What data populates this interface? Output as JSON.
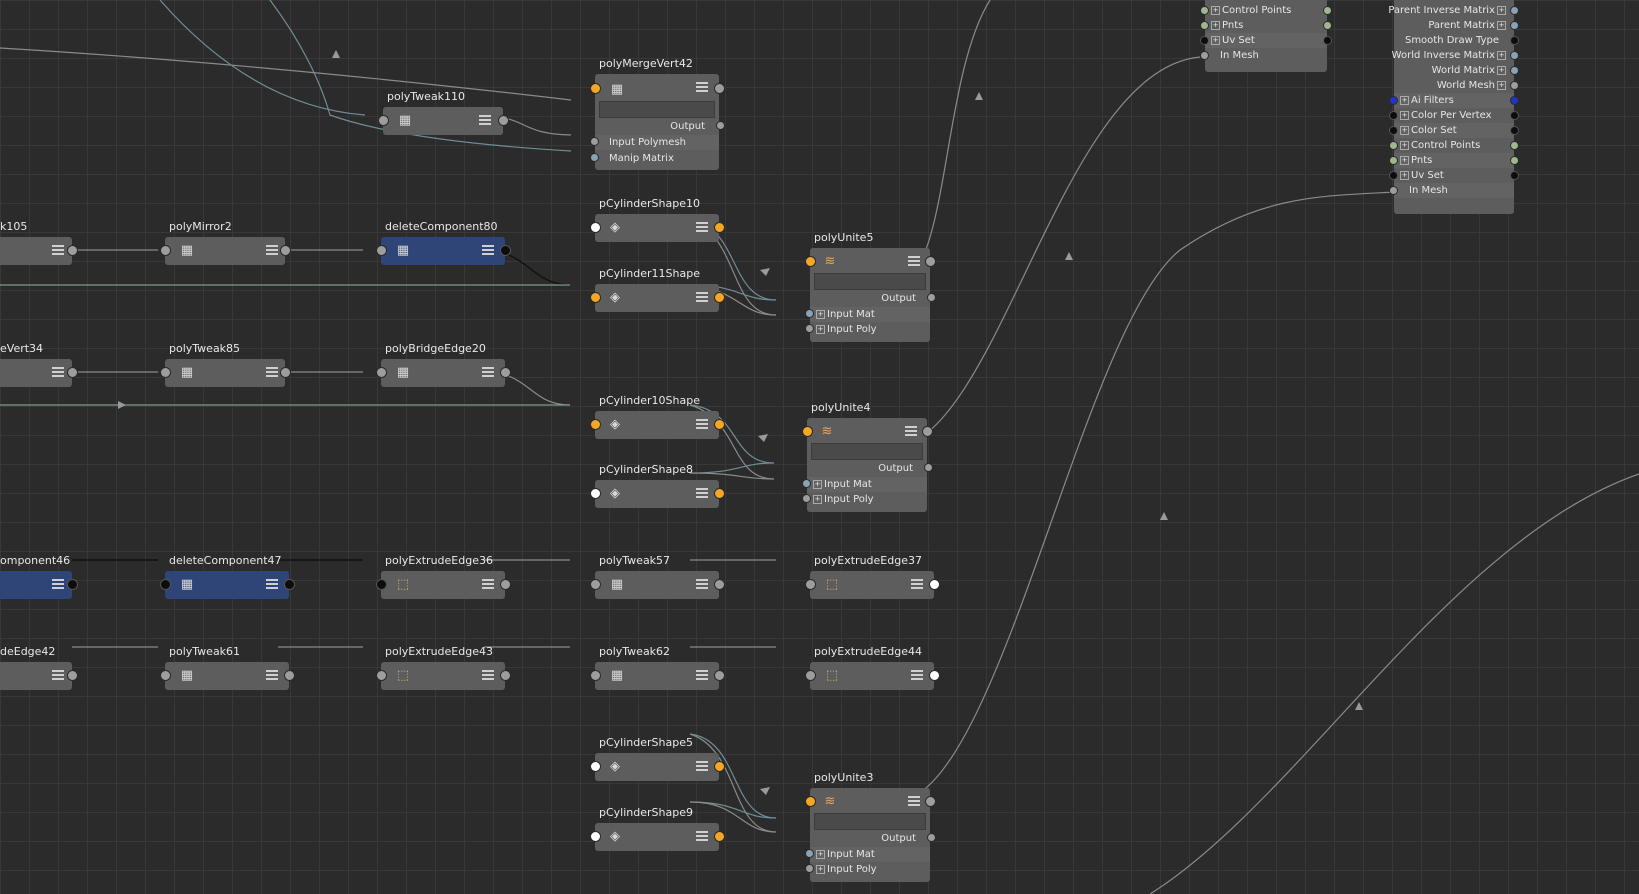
{
  "nodes": {
    "polyMergeVert42": {
      "title": "polyMergeVert42",
      "output": "Output",
      "input_polymesh": "Input Polymesh",
      "manip_matrix": "Manip Matrix"
    },
    "polyTweak110": {
      "title": "polyTweak110"
    },
    "k105": {
      "title": "k105"
    },
    "polyMirror2": {
      "title": "polyMirror2"
    },
    "deleteComponent80": {
      "title": "deleteComponent80"
    },
    "pCylinderShape10": {
      "title": "pCylinderShape10"
    },
    "pCylinder11Shape": {
      "title": "pCylinder11Shape"
    },
    "polyUnite5": {
      "title": "polyUnite5",
      "output": "Output",
      "input_mat": "Input Mat",
      "input_poly": "Input Poly"
    },
    "eVert34": {
      "title": "eVert34"
    },
    "polyTweak85": {
      "title": "polyTweak85"
    },
    "polyBridgeEdge20": {
      "title": "polyBridgeEdge20"
    },
    "pCylinder10Shape": {
      "title": "pCylinder10Shape"
    },
    "pCylinderShape8": {
      "title": "pCylinderShape8"
    },
    "polyUnite4": {
      "title": "polyUnite4",
      "output": "Output",
      "input_mat": "Input Mat",
      "input_poly": "Input Poly"
    },
    "omponent46": {
      "title": "omponent46"
    },
    "deleteComponent47": {
      "title": "deleteComponent47"
    },
    "polyExtrudeEdge36": {
      "title": "polyExtrudeEdge36"
    },
    "polyTweak57": {
      "title": "polyTweak57"
    },
    "polyExtrudeEdge37": {
      "title": "polyExtrudeEdge37"
    },
    "deEdge42": {
      "title": "deEdge42"
    },
    "polyTweak61": {
      "title": "polyTweak61"
    },
    "polyExtrudeEdge43": {
      "title": "polyExtrudeEdge43"
    },
    "polyTweak62": {
      "title": "polyTweak62"
    },
    "polyExtrudeEdge44": {
      "title": "polyExtrudeEdge44"
    },
    "pCylinderShape5": {
      "title": "pCylinderShape5"
    },
    "pCylinderShape9": {
      "title": "pCylinderShape9"
    },
    "polyUnite3": {
      "title": "polyUnite3",
      "output": "Output",
      "input_mat": "Input Mat",
      "input_poly": "Input Poly"
    }
  },
  "shape_node_a": {
    "attrs": [
      "Control Points",
      "Pnts",
      "Uv Set",
      "In Mesh"
    ]
  },
  "shape_node_b": {
    "attrs_right": [
      "Parent Inverse Matrix",
      "Parent Matrix",
      "Smooth Draw Type",
      "World Inverse Matrix",
      "World Matrix",
      "World Mesh"
    ],
    "attrs_left": [
      "Ai Filters",
      "Color Per Vertex",
      "Color Set",
      "Control Points",
      "Pnts",
      "Uv Set",
      "In Mesh"
    ]
  },
  "icons": {
    "poly": "cube-mesh-icon",
    "shape": "mesh-shape-icon",
    "unite": "unite-layers-icon",
    "extrude": "extrude-icon",
    "menu": "attribute-menu-icon"
  },
  "colors": {
    "background": "#2b2b2b",
    "grid": "#383838",
    "node": "#5d5d5d",
    "selected_node": "#2f4577",
    "port_orange": "#f5a623",
    "wire": "#8fa0aa"
  }
}
